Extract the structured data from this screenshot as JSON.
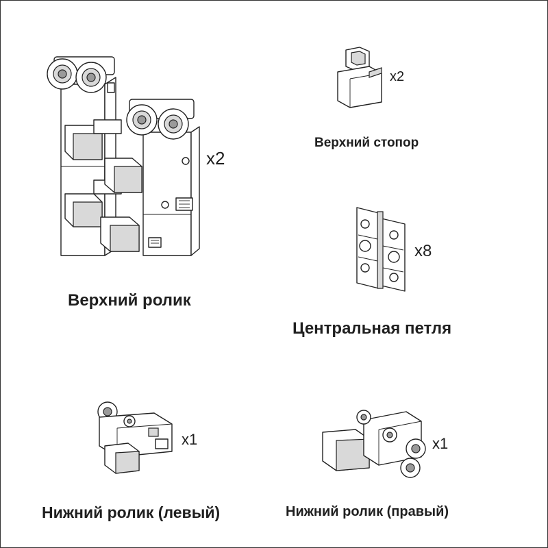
{
  "parts": {
    "top_roller": {
      "label": "Верхний ролик",
      "qty": "x2"
    },
    "top_stopper": {
      "label": "Верхний стопор",
      "qty": "x2"
    },
    "center_hinge": {
      "label": "Центральная петля",
      "qty": "x8"
    },
    "bottom_roller_left": {
      "label": "Нижний ролик (левый)",
      "qty": "x1"
    },
    "bottom_roller_right": {
      "label": "Нижний ролик (правый)",
      "qty": "x1"
    }
  }
}
